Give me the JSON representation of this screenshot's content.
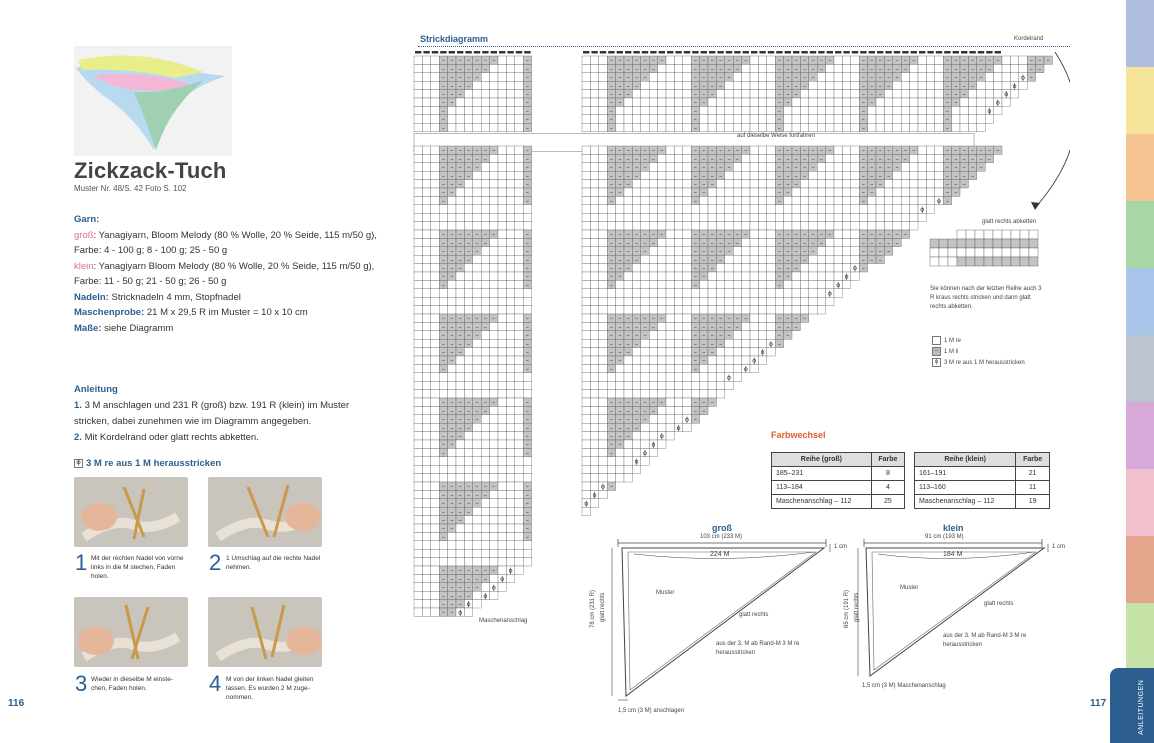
{
  "left_page": {
    "title": "Zickzack-Tuch",
    "subtitle": "Muster Nr. 48/S. 42 Foto S. 102",
    "garn_heading": "Garn:",
    "gross_label": "groß",
    "gross_text": ": Yanagiyarn, Bloom Melody (80 % Wolle, 20 % Seide, 115 m/50 g),",
    "gross_farbe": "Farbe: 4 - 100 g;  8 - 100 g; 25 - 50 g",
    "klein_label": "klein",
    "klein_text": ": Yanagiyarn Bloom Melody (80 % Wolle, 20 % Seide, 115 m/50 g),",
    "klein_farbe": "Farbe: 11 - 50 g; 21 - 50 g; 26 - 50 g",
    "nadeln_label": "Nadeln:",
    "nadeln_text": " Stricknadeln 4 mm, Stopfnadel",
    "maschenprobe_label": "Maschenprobe:",
    "maschenprobe_text": " 21 M x 29,5 R im Muster = 10 x 10 cm",
    "masse_label": "Maße:",
    "masse_text": " siehe Diagramm",
    "anleitung_heading": "Anleitung",
    "step1_num": "1.",
    "step1_text": " 3 M anschlagen und 231 R (groß) bzw. 191 R (klein) im Muster stricken, dabei zunehmen wie im Diagramm angegeben.",
    "step2_num": "2.",
    "step2_text": " Mit Kordelrand oder glatt rechts abketten.",
    "technique_heading": "3 M re aus 1 M herausstricken",
    "photo_steps": [
      {
        "num": "1",
        "text": "Mit der rechten Nadel von vorne links in die M stechen, Faden holen."
      },
      {
        "num": "2",
        "text": "1 Umschlag auf die rechte Nadel nehmen."
      },
      {
        "num": "3",
        "text": "Wieder in dieselbe M einste-chen, Faden holen."
      },
      {
        "num": "4",
        "text": "M von der linken Nadel gleiten lassen. Es wurden 2 M zuge-nommen."
      }
    ],
    "page_number": "116"
  },
  "right_page": {
    "strickdiagramm_heading": "Strickdiagramm",
    "kordelrand_label": "Kordelrand",
    "continue_label": "auf dieselbe Weise fortfahren",
    "maschenanschlag_label": "Maschenanschlag",
    "glatt_rechts_label": "glatt rechts abketten",
    "note_text": "Sie können nach der letzten Reihe auch 3 R kraus rechts stricken und dann glatt rechts abketten.",
    "legend": [
      {
        "symbol": "",
        "label": "1 M re"
      },
      {
        "symbol": "–",
        "label": "1 M li"
      },
      {
        "symbol": "ϕ",
        "label": "3 M re aus 1 M herausstricken"
      }
    ],
    "farbwechsel_heading": "Farbwechsel",
    "table_gross": {
      "headers": [
        "Reihe (groß)",
        "Farbe"
      ],
      "rows": [
        [
          "185–231",
          "8"
        ],
        [
          "113–184",
          "4"
        ],
        [
          "Maschenanschlag – 112",
          "25"
        ]
      ]
    },
    "table_klein": {
      "headers": [
        "Reihe (klein)",
        "Farbe"
      ],
      "rows": [
        [
          "161–191",
          "21"
        ],
        [
          "113–160",
          "11"
        ],
        [
          "Maschenanschlag – 112",
          "19"
        ]
      ]
    },
    "schematic_gross": {
      "title": "groß",
      "top_width": "103 cm (233 M)",
      "top_stitches": "224 M",
      "right_label": "1 cm",
      "left_height": "78 cm (231 R)",
      "left_glatt": "glatt rechts",
      "muster": "Muster",
      "glatt_rechts": "glatt rechts",
      "aus_text": "aus der 3. M ab Rand-M 3 M re herausstricken",
      "bottom_label": "1,5 cm (3 M) anschlagen"
    },
    "schematic_klein": {
      "title": "klein",
      "top_width": "91 cm (193 M)",
      "top_stitches": "184 M",
      "right_label": "1 cm",
      "left_height": "65 cm (191 R)",
      "left_glatt": "glatt rechts",
      "muster": "Muster",
      "glatt_rechts": "glatt rechts",
      "aus_text": "aus der 3. M ab Rand-M 3 M re herausstricken",
      "bottom_label": "1,5 cm (3 M) Maschenanschlag"
    },
    "page_number": "117",
    "side_tab_label": "ANLEITUNGEN"
  },
  "colors": {
    "accent_blue": "#2c5f8f",
    "pink": "#e06b93",
    "orange": "#e05a2a",
    "tabs": [
      "#aebde0",
      "#f6e49a",
      "#f5c492",
      "#a7d7a7",
      "#a9c6ea",
      "#bcc5cf",
      "#d7a9d9",
      "#f2bfcc",
      "#e3a58c",
      "#c6e3a7"
    ]
  }
}
